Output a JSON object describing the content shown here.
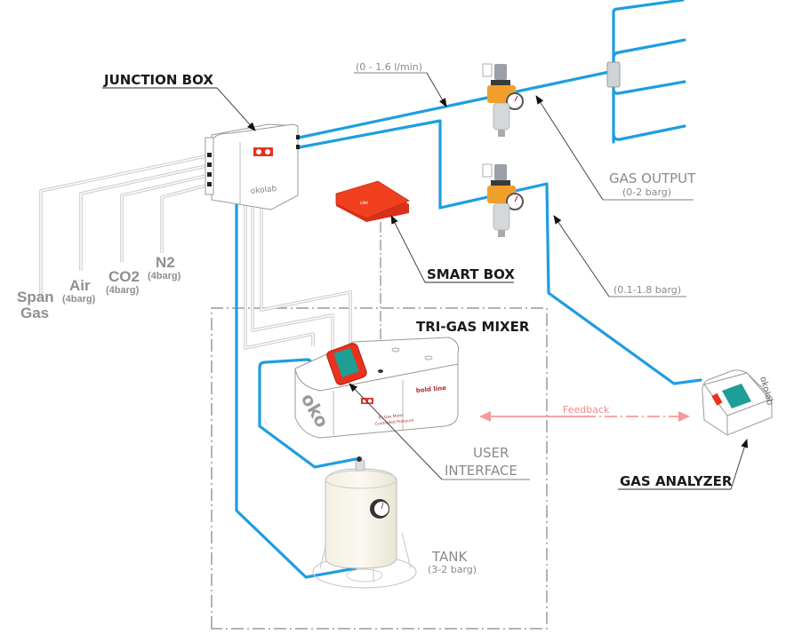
{
  "diagram": {
    "title": "Okolab Tri-Gas Mixer system overview",
    "labels": {
      "junction_box": "JUNCTION BOX",
      "smart_box": "SMART BOX",
      "tri_gas_mixer": "TRI-GAS MIXER",
      "user_interface_line1": "USER",
      "user_interface_line2": "INTERFACE",
      "gas_analyzer": "GAS ANALYZER",
      "gas_output": "GAS OUTPUT",
      "gas_output_range": "(0-2 barg)",
      "flow_range": "(0 - 1.6 l/min)",
      "feedback_pressure": "(0.1-1.8 barg)",
      "tank": "TANK",
      "tank_range": "(3-2 barg)",
      "feedback": "Feedback"
    },
    "gas_inputs": [
      {
        "name_line1": "Span",
        "name_line2": "Gas",
        "pressure": ""
      },
      {
        "name_line1": "Air",
        "name_line2": "",
        "pressure": "(4barg)"
      },
      {
        "name_line1": "CO2",
        "name_line2": "",
        "pressure": "(4barg)"
      },
      {
        "name_line1": "N2",
        "name_line2": "",
        "pressure": "(4barg)"
      }
    ],
    "device_text": {
      "junction_brand": "okolab",
      "analyzer_brand": "okolab",
      "mixer_side": "oko",
      "mixer_product": "bold line",
      "mixer_caption_1": "Tri-Gas Mixer",
      "mixer_caption_2": "Controlled Pressure"
    },
    "colors": {
      "pipe": "#1e9ee0",
      "device_red": "#ee3a22",
      "screen_teal": "#1f9e96",
      "regulator_orange": "#f0a02a",
      "feedback_arrow": "#f49a9a"
    }
  }
}
